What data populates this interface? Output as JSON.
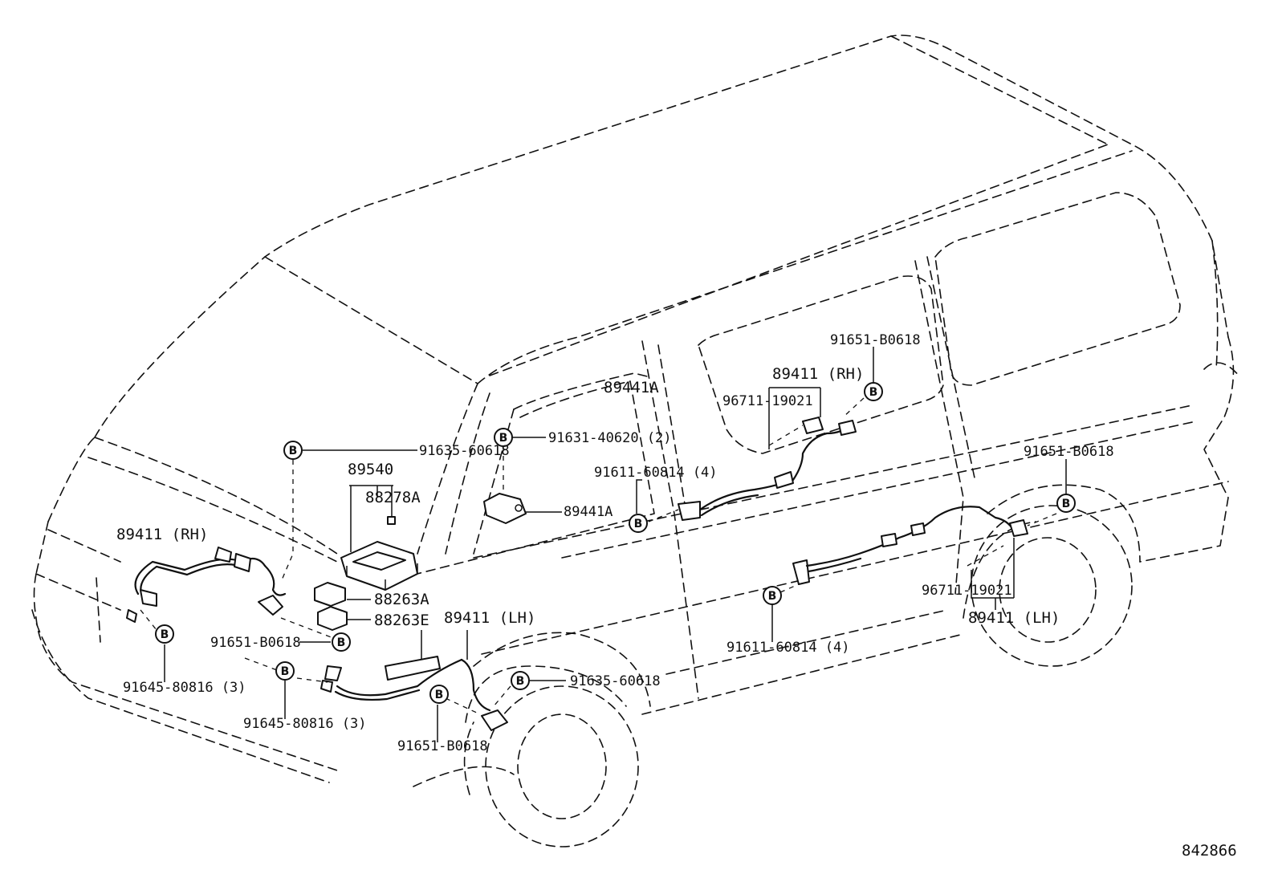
{
  "marker_letter": "B",
  "labels": {
    "p91635_top": "91635-60618",
    "p89540": "89540",
    "p88278A": "88278A",
    "p89411_rh_front": "89411 (RH)",
    "p88263A": "88263A",
    "p88263E": "88263E",
    "p91651_front": "91651-B0618",
    "p91645_a": "91645-80816 (3)",
    "p91645_b": "91645-80816 (3)",
    "p89411_lh_front": "89411 (LH)",
    "p91635_bottom": "91635-60618",
    "p91651_bottom": "91651-B0618",
    "p89441A_top": "89441A",
    "p91631": "91631-40620 (2)",
    "p89441A": "89441A",
    "p91611_top": "91611-60814 (4)",
    "p91651_rear_top": "91651-B0618",
    "p89411_rh_rear": "89411 (RH)",
    "p96711_top": "96711-19021",
    "p91651_rear_right": "91651-B0618",
    "p96711_bottom": "96711-19021",
    "p89411_lh_rear": "89411 (LH)",
    "p91611_bottom": "91611-60814 (4)",
    "diagram_number": "842866"
  }
}
